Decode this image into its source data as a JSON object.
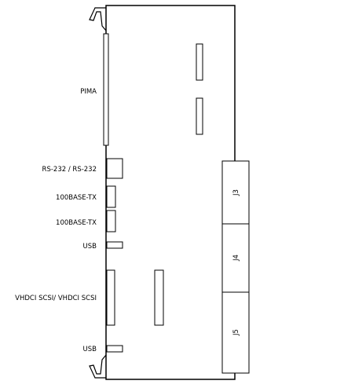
{
  "labels": {
    "pima": "PIMA",
    "rs232": "RS-232 / RS-232",
    "eth1": "100BASE-TX",
    "eth2": "100BASE-TX",
    "usb1": "USB",
    "scsi": "VHDCI SCSI/ VHDCI SCSI",
    "usb2": "USB"
  },
  "jacks": {
    "j3": "J3",
    "j4": "J4",
    "j5": "J5"
  },
  "colors": {
    "line": "#000000",
    "background": "#ffffff"
  }
}
